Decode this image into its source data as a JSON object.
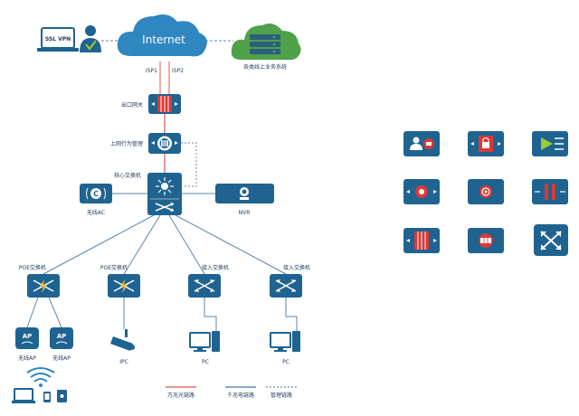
{
  "labels": {
    "internet": "Internet",
    "ssl_vpn": "SSL VPN",
    "biz_systems": "各类线上业务系统",
    "isp1": "ISP1",
    "isp2": "ISP2",
    "egress_gateway": "出口网关",
    "behavior_mgmt": "上网行为管理",
    "core_switch": "核心交换机",
    "wireless_ac": "无线AC",
    "nvr": "NVR",
    "poe_switch_1": "POE交换机",
    "poe_switch_2": "POE交换机",
    "access_switch_1": "接入交换机",
    "access_switch_2": "接入交换机",
    "ap_text_1": "AP",
    "ap_text_2": "AP",
    "wireless_ap_1": "无线AP",
    "wireless_ap_2": "无线AP",
    "ipc": "IPC",
    "pc_1": "PC",
    "pc_2": "PC",
    "ac_letter": "C"
  },
  "legend": [
    {
      "label": "万兆光链路",
      "color": "#e0554f",
      "style": "solid"
    },
    {
      "label": "千兆电链路",
      "color": "#3d7ab8",
      "style": "solid"
    },
    {
      "label": "管理链路",
      "color": "#6f8aa6",
      "style": "dashed"
    }
  ],
  "colors": {
    "device": "#1f6391",
    "cloud": "#2f86c1",
    "green_cloud": "#4fa14a",
    "link_blue": "#5b86b0",
    "link_red": "#e0554f",
    "accent_red": "#d83a36",
    "accent_yellow": "#f2c330",
    "accent_green": "#9acd32"
  },
  "icon_palette": [
    "user-gear-icon",
    "lock-gateway-icon",
    "play-list-icon",
    "network-gear-icon",
    "shield-gear-icon",
    "firewall-bars-icon",
    "firewall-block-icon",
    "router-icon",
    "switch-x-icon"
  ]
}
